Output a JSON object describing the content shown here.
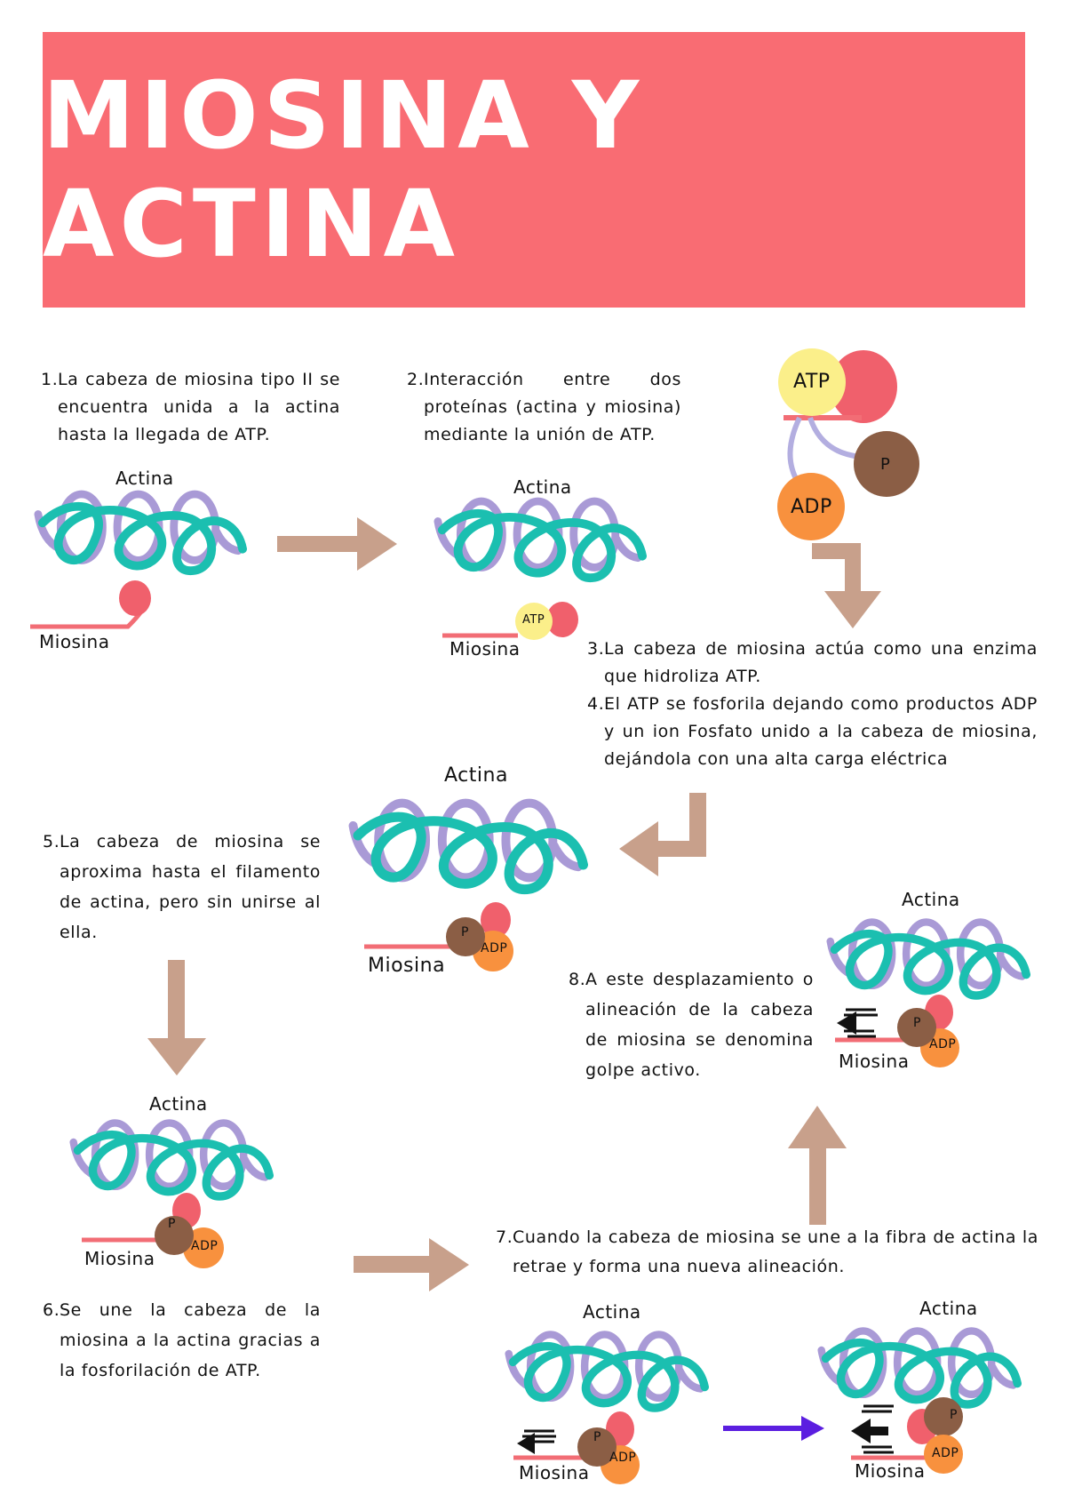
{
  "title": "MIOSINA Y ACTINA",
  "steps": [
    {
      "num": "1.",
      "text": "La cabeza de miosina tipo II se encuentra unida a la actina hasta la llegada de ATP."
    },
    {
      "num": "2.",
      "text": "Interacción entre dos proteínas (actina y miosina) mediante la unión de ATP."
    },
    {
      "num": "3.",
      "text": "La cabeza de miosina actúa como una enzima que hidroliza ATP."
    },
    {
      "num": "4.",
      "text": "El ATP se fosforila dejando como productos ADP y un ion Fosfato unido a la cabeza de miosina, dejándola con una alta carga eléctrica"
    },
    {
      "num": "5.",
      "text": "La cabeza de miosina se aproxima hasta el filamento de actina, pero sin unirse al ella."
    },
    {
      "num": "6.",
      "text": "Se une la cabeza de la miosina a la actina gracias a la fosforilación de ATP."
    },
    {
      "num": "7.",
      "text": "Cuando la cabeza de miosina se une a la fibra de actina la retrae y forma una nueva alineación."
    },
    {
      "num": "8.",
      "text": "A este desplazamiento o alineación de la cabeza de miosina se denomina golpe activo."
    }
  ],
  "labels": {
    "actina": "Actina",
    "miosina": "Miosina",
    "atp": "ATP",
    "adp": "ADP",
    "p": "P"
  },
  "colors": {
    "banner": "#f96c73",
    "actin_teal": "#1bbfb0",
    "actin_purple": "#a99ad6",
    "myosin_line": "#f26d75",
    "myosin_head": "#f0606c",
    "atp": "#fbef8a",
    "adp": "#f8913e",
    "phosphate": "#8b5e45",
    "arrow_tan": "#c8a08b",
    "arrow_purple": "#5b1ee0",
    "hydrolysis_arrow": "#b3aee0"
  }
}
